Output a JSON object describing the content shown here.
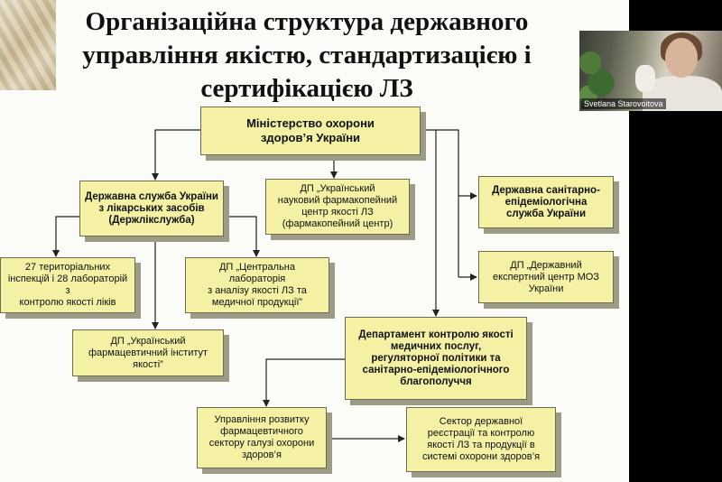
{
  "slide": {
    "title": "Організаційна структура державного управління якістю, стандартизацією і сертифікацією ЛЗ"
  },
  "diagram": {
    "nodes": [
      {
        "id": "ministry",
        "text": "Міністерство охорони\nздоров’я України"
      },
      {
        "id": "state_service",
        "text": "Державна служба України\nз лікарських засобів\n(Держлікслужба)"
      },
      {
        "id": "pharmacopoeia",
        "text": "ДП „Український\nнауковий фармакопейний\nцентр якості ЛЗ\n(фармакопейний центр)"
      },
      {
        "id": "sanitary",
        "text": "Державна санітарно-\nепідеміологічна\nслужба України"
      },
      {
        "id": "expert_center",
        "text": "ДП „Державний\nекспертний центр МОЗ\nУкраїни"
      },
      {
        "id": "territorial",
        "text": "27 територіальних\nінспекцій і 28 лабораторій з\nконтролю якості ліків"
      },
      {
        "id": "central_lab",
        "text": "ДП „Центральна\nлабораторія\nз аналізу якості ЛЗ та\nмедичної продукції”"
      },
      {
        "id": "institute",
        "text": "ДП „Український\nфармацевтичний інститут\nякості”"
      },
      {
        "id": "department",
        "text": "Департамент контролю якості\nмедичних послуг,\nрегуляторної політики та\nсанітарно-епідеміологічного\nблагополуччя"
      },
      {
        "id": "pharma_development",
        "text": "Управління розвитку\nфармацевтичного\nсектору галузі охорони\nздоров’я"
      },
      {
        "id": "registration_sector",
        "text": "Сектор державної\nреєстрації та контролю\nякості ЛЗ та продукції в\nсистемі охорони здоров’я"
      }
    ]
  },
  "video": {
    "participant_name": "Svetlana Starovoitova"
  }
}
